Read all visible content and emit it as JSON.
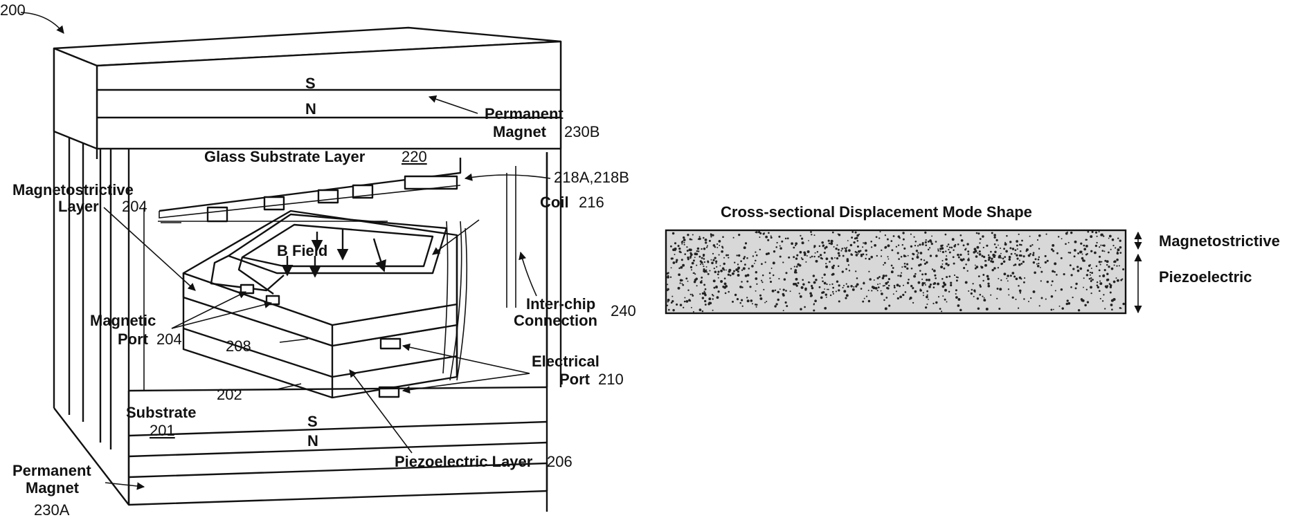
{
  "figure": {
    "ref": "200",
    "top_magnet": {
      "pole_s": "S",
      "pole_n": "N",
      "label_l1": "Permanent",
      "label_l2": "Magnet",
      "ref": "230B"
    },
    "glass_layer": {
      "label": "Glass Substrate Layer",
      "ref": "220"
    },
    "port_ref": "218A,218B",
    "magnetostrictive": {
      "label_l1": "Magnetostrictive",
      "label_l2": "Layer",
      "ref": "204"
    },
    "coil": {
      "label": "Coil",
      "ref": "216"
    },
    "b_field": "B Field",
    "inter_chip": {
      "label_l1": "Inter-chip",
      "label_l2": "Connection",
      "ref": "240"
    },
    "magnetic_port": {
      "label_l1": "Magnetic",
      "label_l2": "Port",
      "ref": "204"
    },
    "ref_208": "208",
    "electrical_port": {
      "label_l1": "Electrical",
      "label_l2": "Port",
      "ref": "210"
    },
    "ref_202": "202",
    "substrate": {
      "label": "Substrate",
      "ref": "201"
    },
    "bottom_magnet": {
      "pole_s": "S",
      "pole_n": "N",
      "label_l1": "Permanent",
      "label_l2": "Magnet",
      "ref": "230A"
    },
    "piezo_layer": {
      "label": "Piezoelectric Layer",
      "ref": "206"
    }
  },
  "mode_shape": {
    "title": "Cross-sectional Displacement Mode Shape",
    "magnetostrictive_label": "Magnetostrictive",
    "piezoelectric_label": "Piezoelectric"
  }
}
